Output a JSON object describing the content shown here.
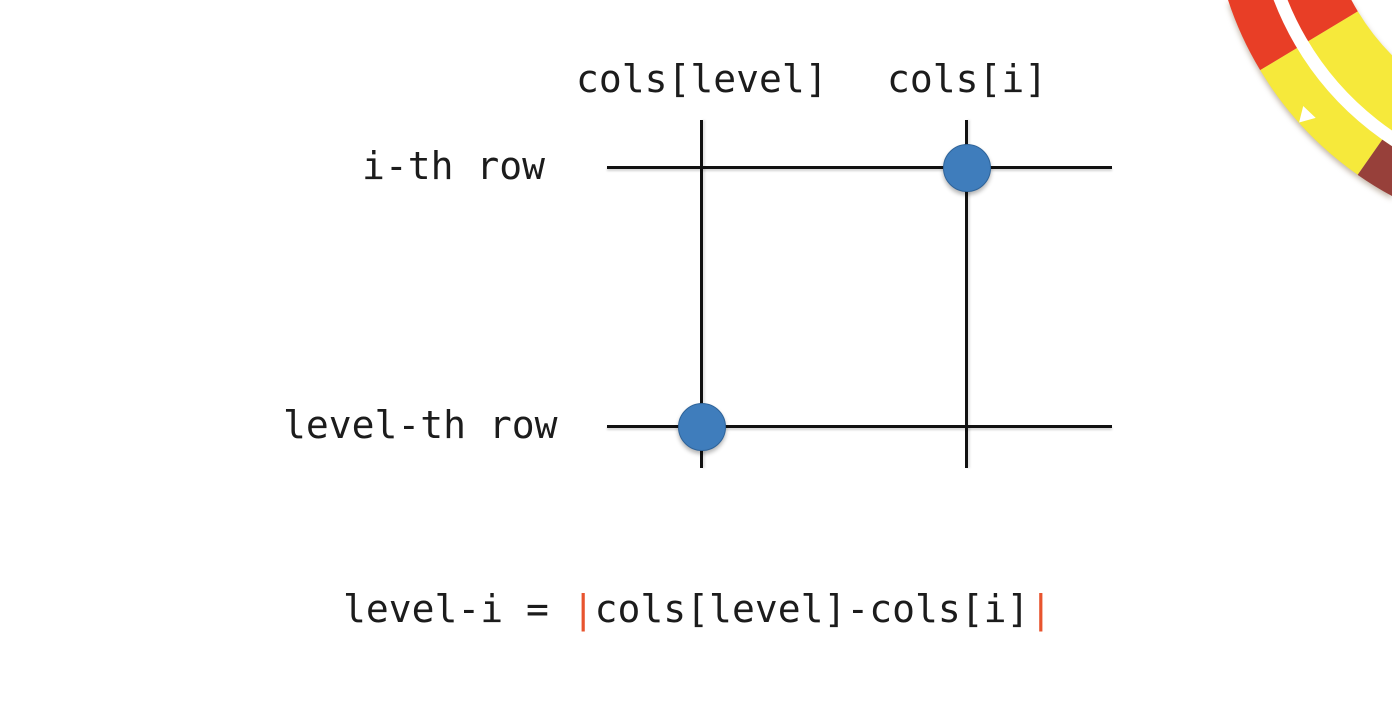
{
  "slide": {
    "background": "#FFFFFF"
  },
  "diagram": {
    "column_labels": [
      {
        "id": "cols-level",
        "text": "cols[level]"
      },
      {
        "id": "cols-i",
        "text": "cols[i]"
      }
    ],
    "row_labels": [
      {
        "id": "i-th-row",
        "text": "i-th row"
      },
      {
        "id": "level-th-row",
        "text": "level-th row"
      }
    ],
    "dot_color": "#3F7DBC",
    "line_color": "#111111",
    "dot_count": 2
  },
  "formula": {
    "lhs": "level-i = ",
    "pipe_open": "|",
    "body": "cols[level]-cols[i]",
    "pipe_close": "|",
    "pipe_color": "#E8542E",
    "text_color": "#1C1C1C"
  },
  "decoration": {
    "ring_colors": {
      "red": "#E83E26",
      "yellow": "#F6E93B",
      "maroon": "#97403A",
      "separator": "#FFFFFF"
    },
    "arrow_icon": "triangle-right-white"
  }
}
